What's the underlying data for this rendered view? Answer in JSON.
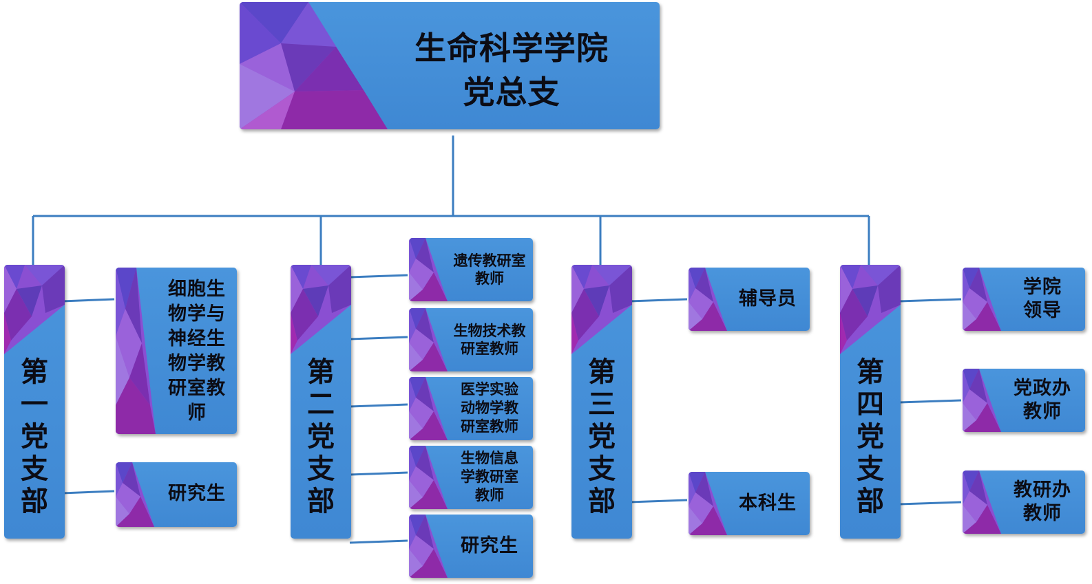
{
  "colors": {
    "box_blue": "#4a95dc",
    "deco_purple": "#7a3fc4",
    "deco_magenta": "#a02ab0",
    "line": "#3b7dc0",
    "text": "#0c0c14"
  },
  "root": {
    "title": "生命科学学院\n党总支"
  },
  "branches": [
    {
      "label": "第\n一\n党\n支\n部",
      "children": [
        "细胞生\n物学与\n神经生\n物学教\n研室教\n师",
        "研究生"
      ]
    },
    {
      "label": "第\n二\n党\n支\n部",
      "children": [
        "遗传教研室\n教师",
        "生物技术教\n研室教师",
        "医学实验\n动物学教\n研室教师",
        "生物信息\n学教研室\n教师",
        "研究生"
      ]
    },
    {
      "label": "第\n三\n党\n支\n部",
      "children": [
        "辅导员",
        "本科生"
      ]
    },
    {
      "label": "第\n四\n党\n支\n部",
      "children": [
        "学院\n领导",
        "党政办\n教师",
        "教研办\n教师"
      ]
    }
  ]
}
